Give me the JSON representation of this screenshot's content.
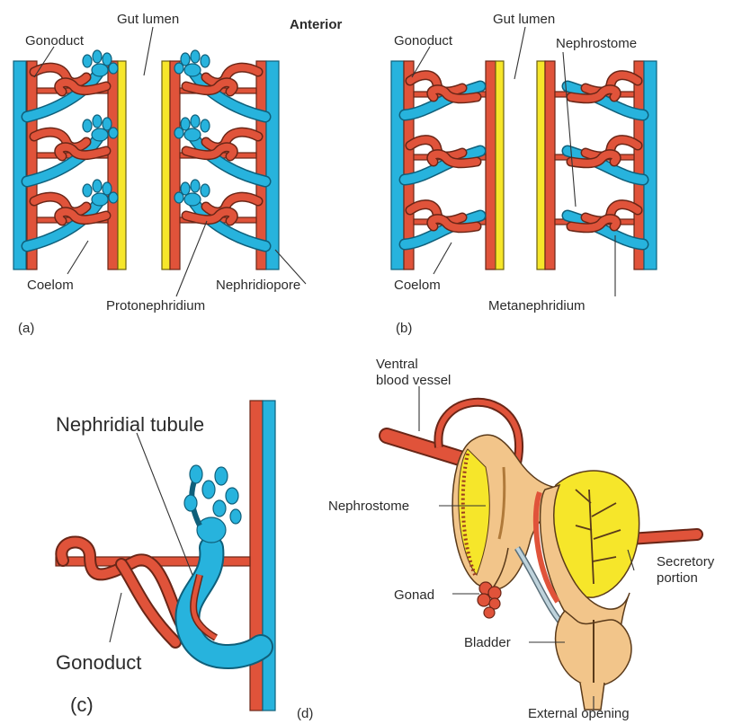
{
  "panel_a": {
    "anterior": "Anterior",
    "gut_lumen": "Gut lumen",
    "gonoduct": "Gonoduct",
    "coelom": "Coelom",
    "protonephridium": "Protonephridium",
    "nephridiopore": "Nephridiopore",
    "panel_letter": "(a)"
  },
  "panel_b": {
    "gut_lumen": "Gut lumen",
    "gonoduct": "Gonoduct",
    "nephrostome": "Nephrostome",
    "coelom": "Coelom",
    "metanephridium": "Metanephridium",
    "panel_letter": "(b)"
  },
  "panel_c": {
    "nephridial_tubule": "Nephridial tubule",
    "gonoduct": "Gonoduct",
    "panel_letter": "(c)"
  },
  "panel_d": {
    "ventral_vessel_line1": "Ventral",
    "ventral_vessel_line2": "blood vessel",
    "nephrostome": "Nephrostome",
    "gonad": "Gonad",
    "bladder": "Bladder",
    "secretory_line1": "Secretory",
    "secretory_line2": "portion",
    "external_opening": "External opening",
    "panel_letter": "(d)"
  },
  "colors": {
    "blood_red": "#e0533a",
    "nephridium_blue": "#27b3dd",
    "gut_yellow": "#f6e62a",
    "tissue_tan": "#f2c58a"
  }
}
